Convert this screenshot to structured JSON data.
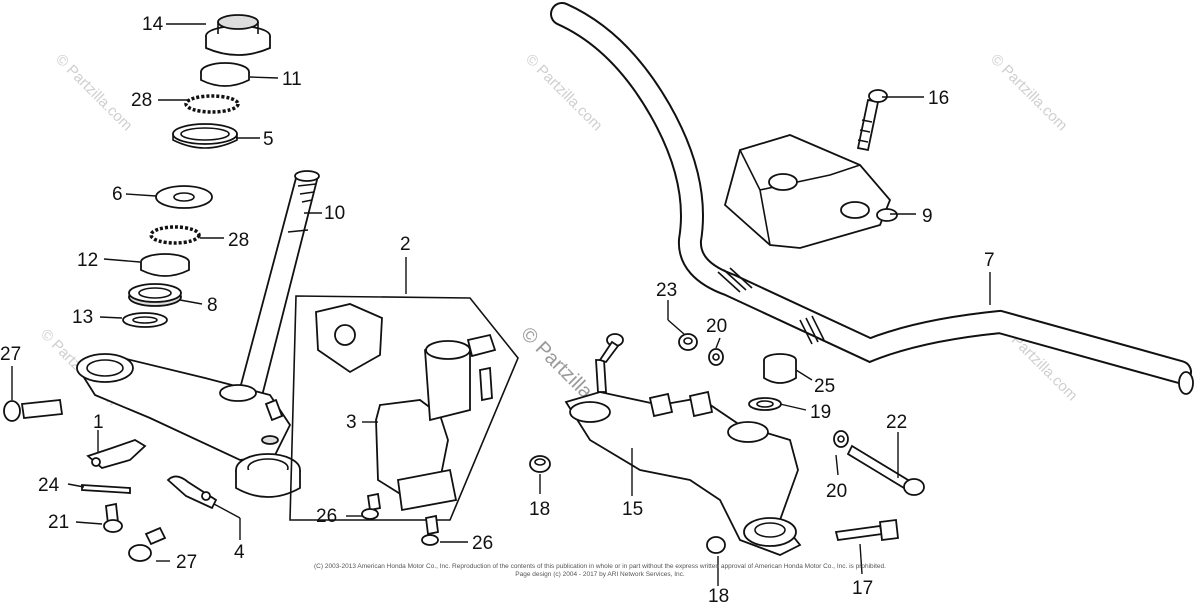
{
  "watermark": {
    "symbol": "©",
    "text": "Partzilla.com"
  },
  "callouts": [
    "14",
    "11",
    "28",
    "5",
    "6",
    "10",
    "28",
    "12",
    "8",
    "13",
    "27",
    "1",
    "24",
    "21",
    "27",
    "4",
    "2",
    "3",
    "26",
    "26",
    "18",
    "15",
    "23",
    "20",
    "25",
    "19",
    "20",
    "22",
    "16",
    "9",
    "7",
    "18",
    "17"
  ],
  "copyright": {
    "line1": "(C) 2003-2013 American Honda Motor Co., Inc. Reproduction of the contents of this publication in whole or in part without the express written approval of American Honda Motor Co., Inc. is prohibited.",
    "line2": "Page design (c) 2004 - 2017 by ARI Network Services, Inc."
  }
}
